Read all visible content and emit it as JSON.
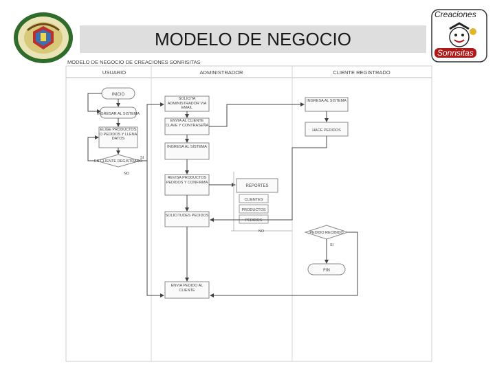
{
  "title": "MODELO DE NEGOCIO",
  "diagram_title": "MODELO DE NEGOCIO DE CREACIONES SONRISITAS",
  "lanes": [
    "USUARIO",
    "ADMINISTRADOR",
    "CLIENTE REGISTRADO"
  ],
  "usuario": {
    "inicio": "INICIO",
    "ingresar": "INGRESAR AL SISTEMA",
    "elegir": "ELIGE PRODUCTOS O PEDIDOS Y LLENA DATOS",
    "cliente_decision": "ES CLIENTE REGISTRADO",
    "si": "SI",
    "no": "NO"
  },
  "admin": {
    "solicita": "SOLICITA ADMINISTRADOR VIA EMAIL",
    "envia": "ENVIA AL CLIENTE CLAVE Y CONTRASEÑA",
    "ingresa": "INGRESA AL SISTEMA",
    "revisa": "REVISA PRODUCTOS PEDIDOS Y CONFIRMA",
    "solicitudes": "SOLICITUDES PEDIDOS",
    "envia_pedido": "ENVIA PEDIDO AL CLIENTE"
  },
  "reportes": {
    "reportes": "REPORTES",
    "clientes": "CLIENTES",
    "productos": "PRODUCTOS",
    "pedidos": "PEDIDOS",
    "no": "NO"
  },
  "cliente": {
    "ingresa": "INGRESA AL SISTEMA",
    "hace_pedidos": "HACE PEDIDOS",
    "decision": "PEDIDO RECIBIDO",
    "si": "SI",
    "fin": "FIN"
  },
  "logo_right": {
    "line1": "Creaciones",
    "line2": "Sonrisitas"
  }
}
